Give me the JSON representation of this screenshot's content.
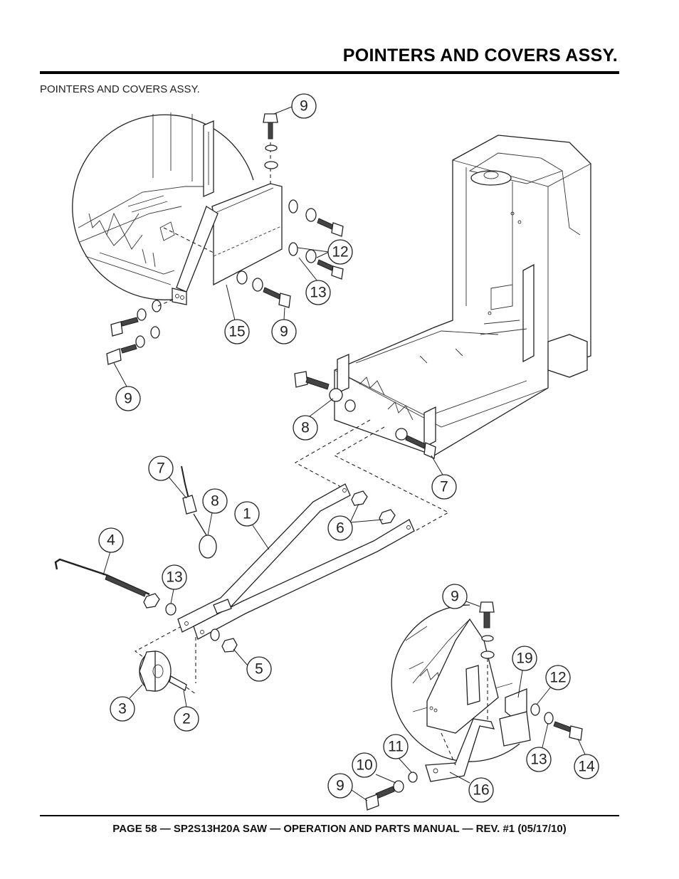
{
  "header": {
    "title": "POINTERS AND COVERS ASSY."
  },
  "caption": "POINTERS AND COVERS ASSY.",
  "footer": "PAGE 58 — SP2S13H20A SAW — OPERATION AND PARTS MANUAL — REV. #1 (05/17/10)",
  "callouts": [
    {
      "id": "c1",
      "label": "9"
    },
    {
      "id": "c2",
      "label": "12"
    },
    {
      "id": "c3",
      "label": "13"
    },
    {
      "id": "c4",
      "label": "15"
    },
    {
      "id": "c5",
      "label": "9"
    },
    {
      "id": "c6",
      "label": "9"
    },
    {
      "id": "c7",
      "label": "8"
    },
    {
      "id": "c8",
      "label": "7"
    },
    {
      "id": "c9",
      "label": "7"
    },
    {
      "id": "c10",
      "label": "8"
    },
    {
      "id": "c11",
      "label": "1"
    },
    {
      "id": "c12",
      "label": "6"
    },
    {
      "id": "c13",
      "label": "4"
    },
    {
      "id": "c14",
      "label": "13"
    },
    {
      "id": "c15",
      "label": "5"
    },
    {
      "id": "c16",
      "label": "3"
    },
    {
      "id": "c17",
      "label": "2"
    },
    {
      "id": "c18",
      "label": "9"
    },
    {
      "id": "c19",
      "label": "19"
    },
    {
      "id": "c20",
      "label": "12"
    },
    {
      "id": "c21",
      "label": "13"
    },
    {
      "id": "c22",
      "label": "14"
    },
    {
      "id": "c23",
      "label": "11"
    },
    {
      "id": "c24",
      "label": "10"
    },
    {
      "id": "c25",
      "label": "9"
    },
    {
      "id": "c26",
      "label": "16"
    }
  ]
}
